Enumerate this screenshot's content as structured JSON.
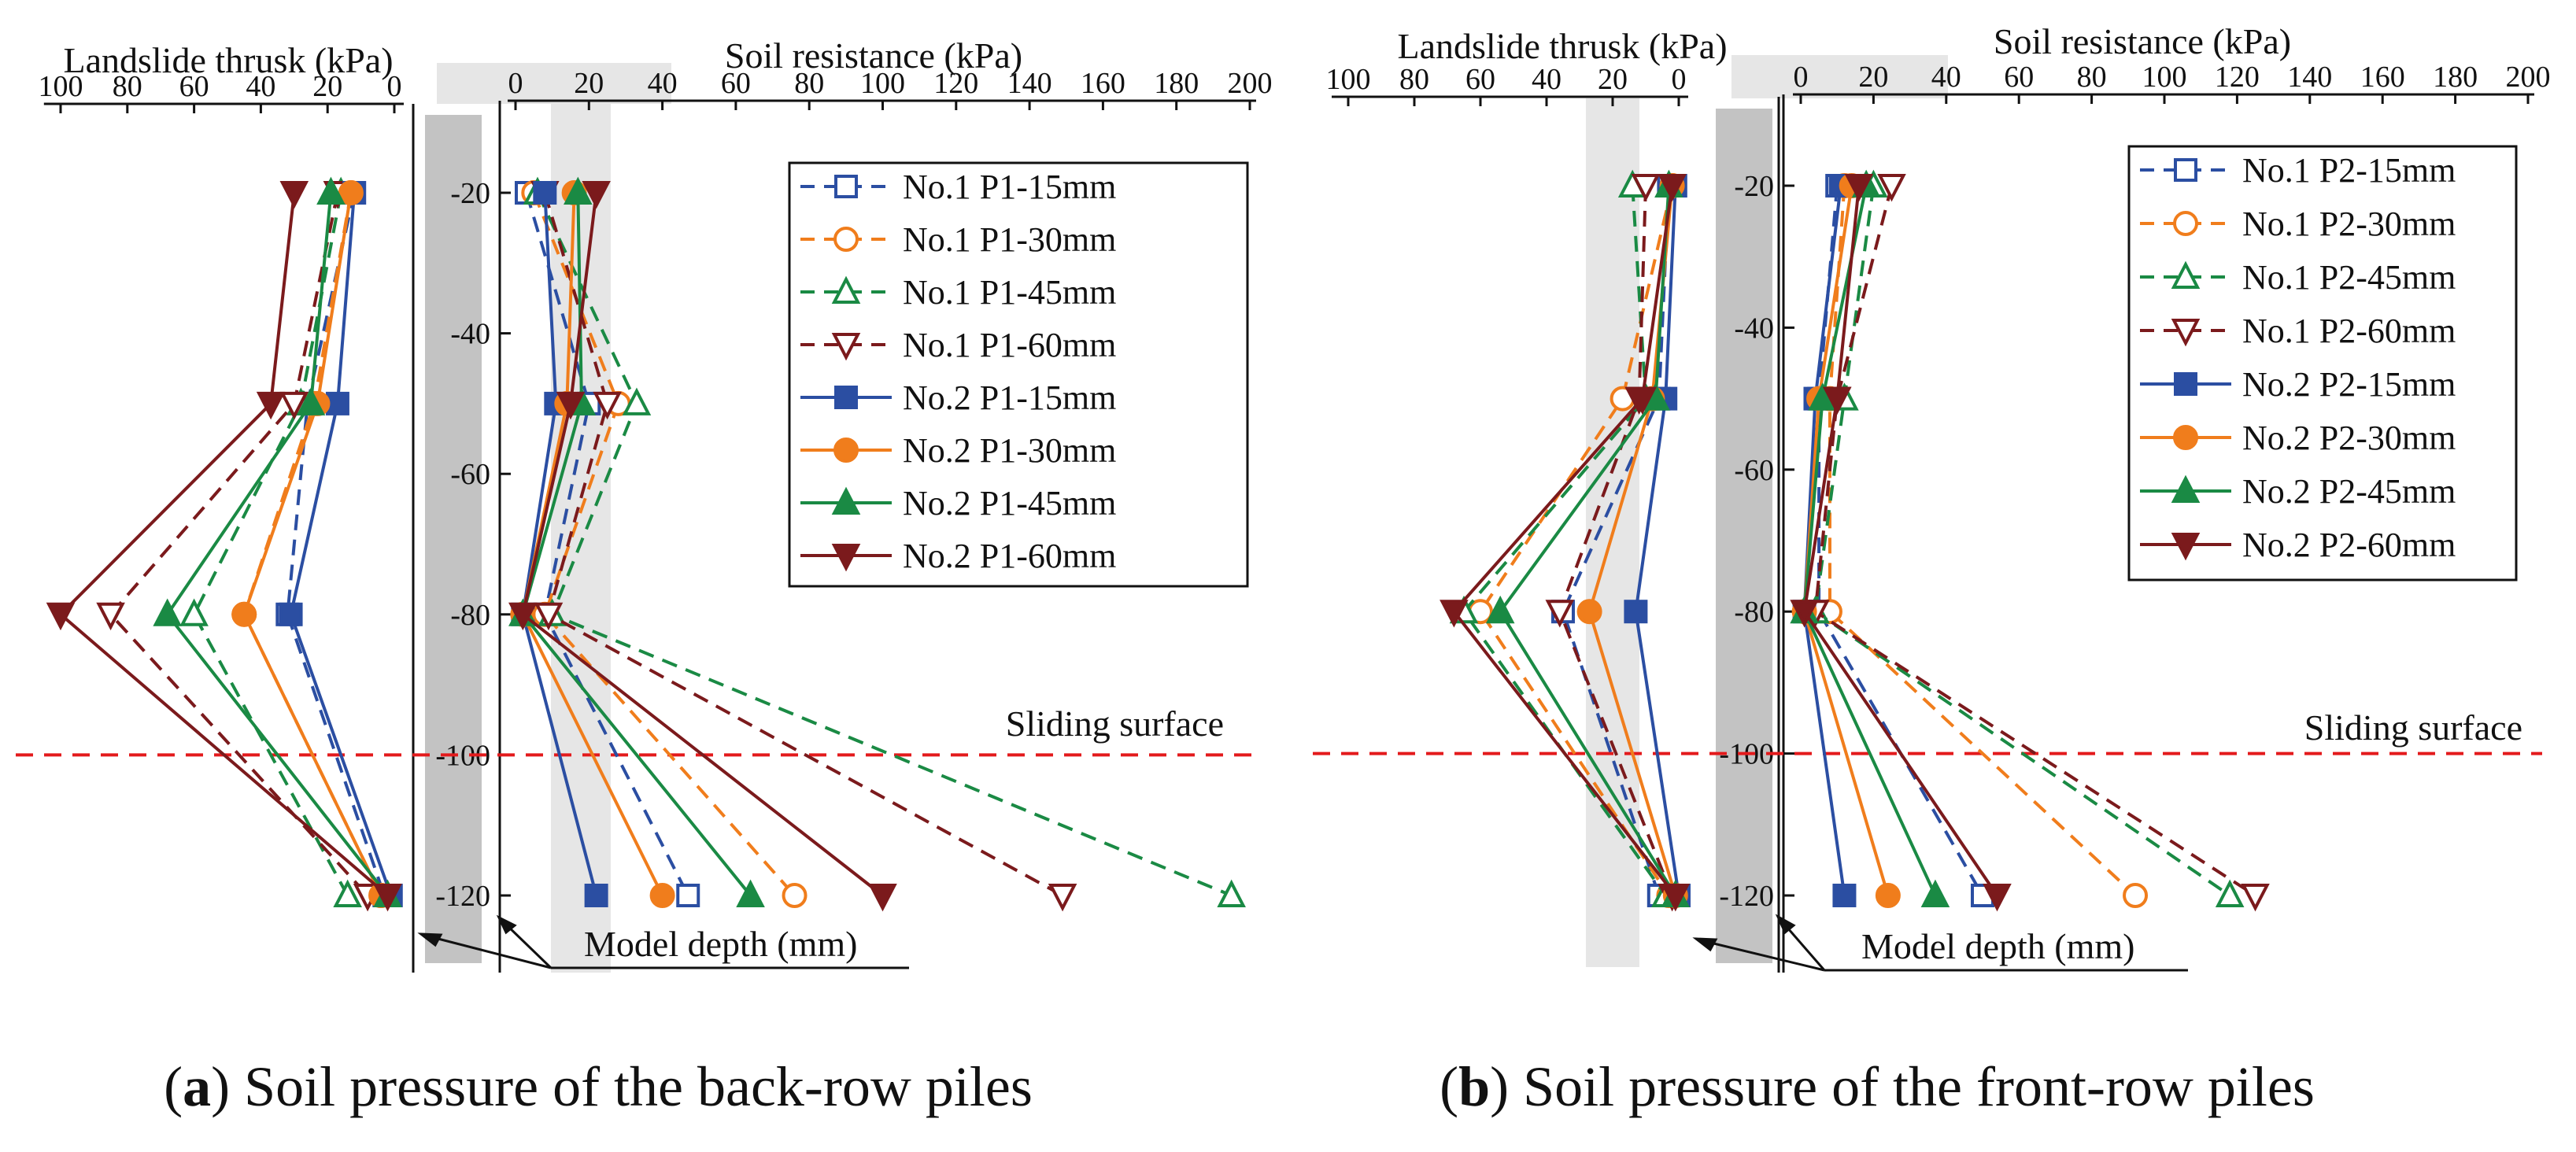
{
  "figure": {
    "panels": [
      {
        "id": "a",
        "caption_letter": "a",
        "caption_open": "(",
        "caption_close": ")",
        "caption_text": " Soil pressure of the back-row piles"
      },
      {
        "id": "b",
        "caption_letter": "b",
        "caption_open": "(",
        "caption_close": ")",
        "caption_text": " Soil pressure of the front-row piles"
      }
    ]
  },
  "chart_data": [
    {
      "type": "line",
      "panel": "a",
      "left_axis": {
        "title": "Landslide thrusk (kPa)",
        "range": [
          105,
          0
        ],
        "ticks": [
          100,
          80,
          60,
          40,
          20,
          0
        ],
        "direction": "reversed"
      },
      "right_axis": {
        "title": "Soil resistance (kPa)",
        "range": [
          0,
          200
        ],
        "ticks": [
          0,
          20,
          40,
          60,
          80,
          100,
          120,
          140,
          160,
          180,
          200
        ]
      },
      "depth_axis": {
        "title": "Model depth (mm)",
        "range": [
          10,
          130
        ],
        "ticks": [
          20,
          40,
          60,
          80,
          100,
          120
        ],
        "tick_labels": [
          "-20",
          "-40",
          "-60",
          "-80",
          "-100",
          "-120"
        ]
      },
      "sliding_surface": {
        "depth": 100,
        "label": "Sliding surface",
        "color": "#e31a1c"
      },
      "series": [
        {
          "name": "No.1 P1-15mm",
          "color": "#2b4ea2",
          "dash": true,
          "marker": "square",
          "filled": false,
          "thrust": [
            {
              "depth": 20,
              "value": 12
            },
            {
              "depth": 50,
              "value": 26
            },
            {
              "depth": 80,
              "value": 32
            },
            {
              "depth": 120,
              "value": 3
            }
          ],
          "resistance": [
            {
              "depth": 20,
              "value": 3
            },
            {
              "depth": 50,
              "value": 20
            },
            {
              "depth": 80,
              "value": 8
            },
            {
              "depth": 120,
              "value": 47
            }
          ]
        },
        {
          "name": "No.1 P1-30mm",
          "color": "#f07d1c",
          "dash": true,
          "marker": "circle",
          "filled": false,
          "thrust": [
            {
              "depth": 20,
              "value": 13
            },
            {
              "depth": 50,
              "value": 24
            },
            {
              "depth": 80,
              "value": 45
            },
            {
              "depth": 120,
              "value": 4
            }
          ],
          "resistance": [
            {
              "depth": 20,
              "value": 5
            },
            {
              "depth": 50,
              "value": 28
            },
            {
              "depth": 80,
              "value": 8
            },
            {
              "depth": 120,
              "value": 76
            }
          ]
        },
        {
          "name": "No.1 P1-45mm",
          "color": "#1a8a44",
          "dash": true,
          "marker": "triangle-up",
          "filled": false,
          "thrust": [
            {
              "depth": 20,
              "value": 16
            },
            {
              "depth": 50,
              "value": 28
            },
            {
              "depth": 80,
              "value": 60
            },
            {
              "depth": 120,
              "value": 14
            }
          ],
          "resistance": [
            {
              "depth": 20,
              "value": 6
            },
            {
              "depth": 50,
              "value": 33
            },
            {
              "depth": 80,
              "value": 10
            },
            {
              "depth": 120,
              "value": 195
            }
          ]
        },
        {
          "name": "No.1 P1-60mm",
          "color": "#7b1a1c",
          "dash": true,
          "marker": "triangle-down",
          "filled": false,
          "thrust": [
            {
              "depth": 20,
              "value": 17
            },
            {
              "depth": 50,
              "value": 30
            },
            {
              "depth": 80,
              "value": 85
            },
            {
              "depth": 120,
              "value": 8
            }
          ],
          "resistance": [
            {
              "depth": 20,
              "value": 8
            },
            {
              "depth": 50,
              "value": 25
            },
            {
              "depth": 80,
              "value": 9
            },
            {
              "depth": 120,
              "value": 149
            }
          ]
        },
        {
          "name": "No.2 P1-15mm",
          "color": "#2b4ea2",
          "dash": false,
          "marker": "square",
          "filled": true,
          "thrust": [
            {
              "depth": 20,
              "value": 12
            },
            {
              "depth": 50,
              "value": 17
            },
            {
              "depth": 80,
              "value": 31
            },
            {
              "depth": 120,
              "value": 1
            }
          ],
          "resistance": [
            {
              "depth": 20,
              "value": 8
            },
            {
              "depth": 50,
              "value": 11
            },
            {
              "depth": 80,
              "value": 2
            },
            {
              "depth": 120,
              "value": 22
            }
          ]
        },
        {
          "name": "No.2 P1-30mm",
          "color": "#f07d1c",
          "dash": false,
          "marker": "circle",
          "filled": true,
          "thrust": [
            {
              "depth": 20,
              "value": 13
            },
            {
              "depth": 50,
              "value": 23
            },
            {
              "depth": 80,
              "value": 45
            },
            {
              "depth": 120,
              "value": 4
            }
          ],
          "resistance": [
            {
              "depth": 20,
              "value": 16
            },
            {
              "depth": 50,
              "value": 14
            },
            {
              "depth": 80,
              "value": 2
            },
            {
              "depth": 120,
              "value": 40
            }
          ]
        },
        {
          "name": "No.2 P1-45mm",
          "color": "#1a8a44",
          "dash": false,
          "marker": "triangle-up",
          "filled": true,
          "thrust": [
            {
              "depth": 20,
              "value": 19
            },
            {
              "depth": 50,
              "value": 25
            },
            {
              "depth": 80,
              "value": 68
            },
            {
              "depth": 120,
              "value": 2
            }
          ],
          "resistance": [
            {
              "depth": 20,
              "value": 17
            },
            {
              "depth": 50,
              "value": 18
            },
            {
              "depth": 80,
              "value": 2
            },
            {
              "depth": 120,
              "value": 64
            }
          ]
        },
        {
          "name": "No.2 P1-60mm",
          "color": "#7b1a1c",
          "dash": false,
          "marker": "triangle-down",
          "filled": true,
          "thrust": [
            {
              "depth": 20,
              "value": 30
            },
            {
              "depth": 50,
              "value": 37
            },
            {
              "depth": 80,
              "value": 100
            },
            {
              "depth": 120,
              "value": 2
            }
          ],
          "resistance": [
            {
              "depth": 20,
              "value": 22
            },
            {
              "depth": 50,
              "value": 15
            },
            {
              "depth": 80,
              "value": 2
            },
            {
              "depth": 120,
              "value": 100
            }
          ]
        }
      ]
    },
    {
      "type": "line",
      "panel": "b",
      "left_axis": {
        "title": "Landslide thrusk (kPa)",
        "range": [
          105,
          0
        ],
        "ticks": [
          100,
          80,
          60,
          40,
          20,
          0
        ],
        "direction": "reversed"
      },
      "right_axis": {
        "title": "Soil resistance (kPa)",
        "range": [
          0,
          200
        ],
        "ticks": [
          0,
          20,
          40,
          60,
          80,
          100,
          120,
          140,
          160,
          180,
          200
        ]
      },
      "depth_axis": {
        "title": "Model depth (mm)",
        "range": [
          10,
          130
        ],
        "ticks": [
          20,
          40,
          60,
          80,
          100,
          120
        ],
        "tick_labels": [
          "-20",
          "-40",
          "-60",
          "-80",
          "-100",
          "-120"
        ]
      },
      "sliding_surface": {
        "depth": 100,
        "label": "Sliding surface",
        "color": "#e31a1c"
      },
      "series": [
        {
          "name": "No.1 P2-15mm",
          "color": "#2b4ea2",
          "dash": true,
          "marker": "square",
          "filled": false,
          "thrust": [
            {
              "depth": 20,
              "value": 3
            },
            {
              "depth": 50,
              "value": 6
            },
            {
              "depth": 80,
              "value": 35
            },
            {
              "depth": 120,
              "value": 6
            }
          ],
          "resistance": [
            {
              "depth": 20,
              "value": 10
            },
            {
              "depth": 50,
              "value": 5
            },
            {
              "depth": 80,
              "value": 5
            },
            {
              "depth": 120,
              "value": 50
            }
          ]
        },
        {
          "name": "No.1 P2-30mm",
          "color": "#f07d1c",
          "dash": true,
          "marker": "circle",
          "filled": false,
          "thrust": [
            {
              "depth": 20,
              "value": 2
            },
            {
              "depth": 50,
              "value": 17
            },
            {
              "depth": 80,
              "value": 60
            },
            {
              "depth": 120,
              "value": 3
            }
          ],
          "resistance": [
            {
              "depth": 20,
              "value": 12
            },
            {
              "depth": 50,
              "value": 8
            },
            {
              "depth": 80,
              "value": 8
            },
            {
              "depth": 120,
              "value": 92
            }
          ]
        },
        {
          "name": "No.1 P2-45mm",
          "color": "#1a8a44",
          "dash": true,
          "marker": "triangle-up",
          "filled": false,
          "thrust": [
            {
              "depth": 20,
              "value": 14
            },
            {
              "depth": 50,
              "value": 10
            },
            {
              "depth": 80,
              "value": 65
            },
            {
              "depth": 120,
              "value": 4
            }
          ],
          "resistance": [
            {
              "depth": 20,
              "value": 20
            },
            {
              "depth": 50,
              "value": 12
            },
            {
              "depth": 80,
              "value": 4
            },
            {
              "depth": 120,
              "value": 118
            }
          ]
        },
        {
          "name": "No.1 P2-60mm",
          "color": "#7b1a1c",
          "dash": true,
          "marker": "triangle-down",
          "filled": false,
          "thrust": [
            {
              "depth": 20,
              "value": 10
            },
            {
              "depth": 50,
              "value": 12
            },
            {
              "depth": 80,
              "value": 36
            },
            {
              "depth": 120,
              "value": 2
            }
          ],
          "resistance": [
            {
              "depth": 20,
              "value": 25
            },
            {
              "depth": 50,
              "value": 10
            },
            {
              "depth": 80,
              "value": 4
            },
            {
              "depth": 120,
              "value": 125
            }
          ]
        },
        {
          "name": "No.2 P2-15mm",
          "color": "#2b4ea2",
          "dash": false,
          "marker": "square",
          "filled": true,
          "thrust": [
            {
              "depth": 20,
              "value": 1
            },
            {
              "depth": 50,
              "value": 4
            },
            {
              "depth": 80,
              "value": 13
            },
            {
              "depth": 120,
              "value": 0
            }
          ],
          "resistance": [
            {
              "depth": 20,
              "value": 11
            },
            {
              "depth": 50,
              "value": 4
            },
            {
              "depth": 80,
              "value": 1
            },
            {
              "depth": 120,
              "value": 12
            }
          ]
        },
        {
          "name": "No.2 P2-30mm",
          "color": "#f07d1c",
          "dash": false,
          "marker": "circle",
          "filled": true,
          "thrust": [
            {
              "depth": 20,
              "value": 2
            },
            {
              "depth": 50,
              "value": 8
            },
            {
              "depth": 80,
              "value": 27
            },
            {
              "depth": 120,
              "value": 1
            }
          ],
          "resistance": [
            {
              "depth": 20,
              "value": 14
            },
            {
              "depth": 50,
              "value": 5
            },
            {
              "depth": 80,
              "value": 1
            },
            {
              "depth": 120,
              "value": 24
            }
          ]
        },
        {
          "name": "No.2 P2-45mm",
          "color": "#1a8a44",
          "dash": false,
          "marker": "triangle-up",
          "filled": true,
          "thrust": [
            {
              "depth": 20,
              "value": 3
            },
            {
              "depth": 50,
              "value": 7
            },
            {
              "depth": 80,
              "value": 54
            },
            {
              "depth": 120,
              "value": 1
            }
          ],
          "resistance": [
            {
              "depth": 20,
              "value": 18
            },
            {
              "depth": 50,
              "value": 6
            },
            {
              "depth": 80,
              "value": 1
            },
            {
              "depth": 120,
              "value": 37
            }
          ]
        },
        {
          "name": "No.2 P2-60mm",
          "color": "#7b1a1c",
          "dash": false,
          "marker": "triangle-down",
          "filled": true,
          "thrust": [
            {
              "depth": 20,
              "value": 2
            },
            {
              "depth": 50,
              "value": 11
            },
            {
              "depth": 80,
              "value": 68
            },
            {
              "depth": 120,
              "value": 1
            }
          ],
          "resistance": [
            {
              "depth": 20,
              "value": 16
            },
            {
              "depth": 50,
              "value": 10
            },
            {
              "depth": 80,
              "value": 1
            },
            {
              "depth": 120,
              "value": 54
            }
          ]
        }
      ]
    }
  ]
}
